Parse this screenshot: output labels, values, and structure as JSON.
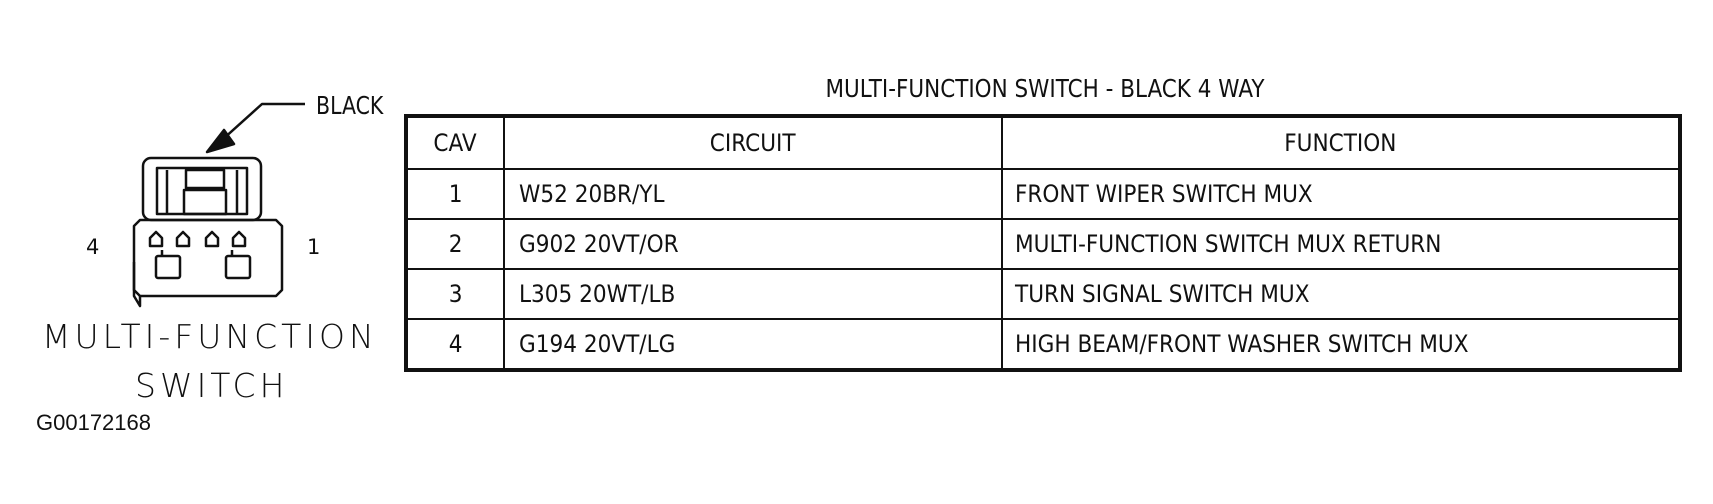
{
  "connector": {
    "color_label": "BLACK",
    "pin_left": "4",
    "pin_right": "1",
    "name_line1": "MULTI-FUNCTION",
    "name_line2": "SWITCH",
    "figure_code": "G00172168"
  },
  "table": {
    "title": "MULTI-FUNCTION SWITCH - BLACK 4 WAY",
    "headers": [
      "CAV",
      "CIRCUIT",
      "FUNCTION"
    ],
    "rows": [
      {
        "cav": "1",
        "circuit": "W52 20BR/YL",
        "function": "FRONT WIPER SWITCH MUX"
      },
      {
        "cav": "2",
        "circuit": "G902 20VT/OR",
        "function": "MULTI-FUNCTION SWITCH MUX RETURN"
      },
      {
        "cav": "3",
        "circuit": "L305 20WT/LB",
        "function": "TURN SIGNAL SWITCH MUX"
      },
      {
        "cav": "4",
        "circuit": "G194 20VT/LG",
        "function": "HIGH BEAM/FRONT WASHER SWITCH MUX"
      }
    ]
  },
  "colors": {
    "ink": "#111111",
    "background": "#ffffff"
  }
}
